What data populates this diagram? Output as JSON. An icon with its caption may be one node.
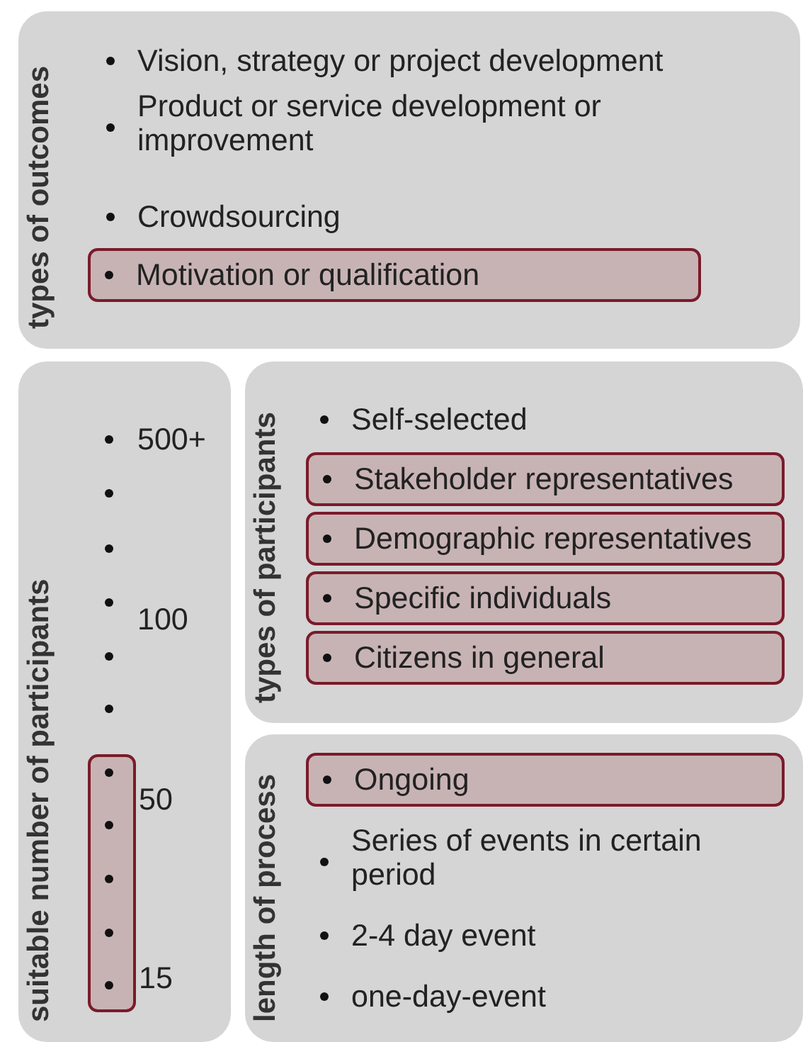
{
  "diagram": {
    "nodes": [
      {
        "text": [
          "types of outcomes"
        ]
      },
      {
        "text": [
          "Motivation or qualification"
        ],
        "in": 0
      },
      {
        "text": [
          "suitable number of participants"
        ]
      },
      {
        "text": [],
        "shape": "box",
        "in": 2
      },
      {
        "text": [
          "types of participants"
        ]
      },
      {
        "text": [
          "Stakeholder representatives"
        ],
        "in": 4
      },
      {
        "text": [
          "Demographic representatives"
        ],
        "in": 4
      },
      {
        "text": [
          "Specific individuals"
        ],
        "in": 4
      },
      {
        "text": [
          "Citizens in general"
        ],
        "in": 4
      },
      {
        "text": [
          "length of process"
        ]
      },
      {
        "text": [
          "Ongoing"
        ],
        "in": 9
      }
    ],
    "labels": [
      "Vision, strategy or project development",
      "Product or service development or improvement",
      "Crowdsourcing",
      "500+",
      "100",
      "50",
      "15",
      "Self-selected",
      "Series of events in certain period",
      "2-4 day event",
      "one-day-event"
    ]
  }
}
